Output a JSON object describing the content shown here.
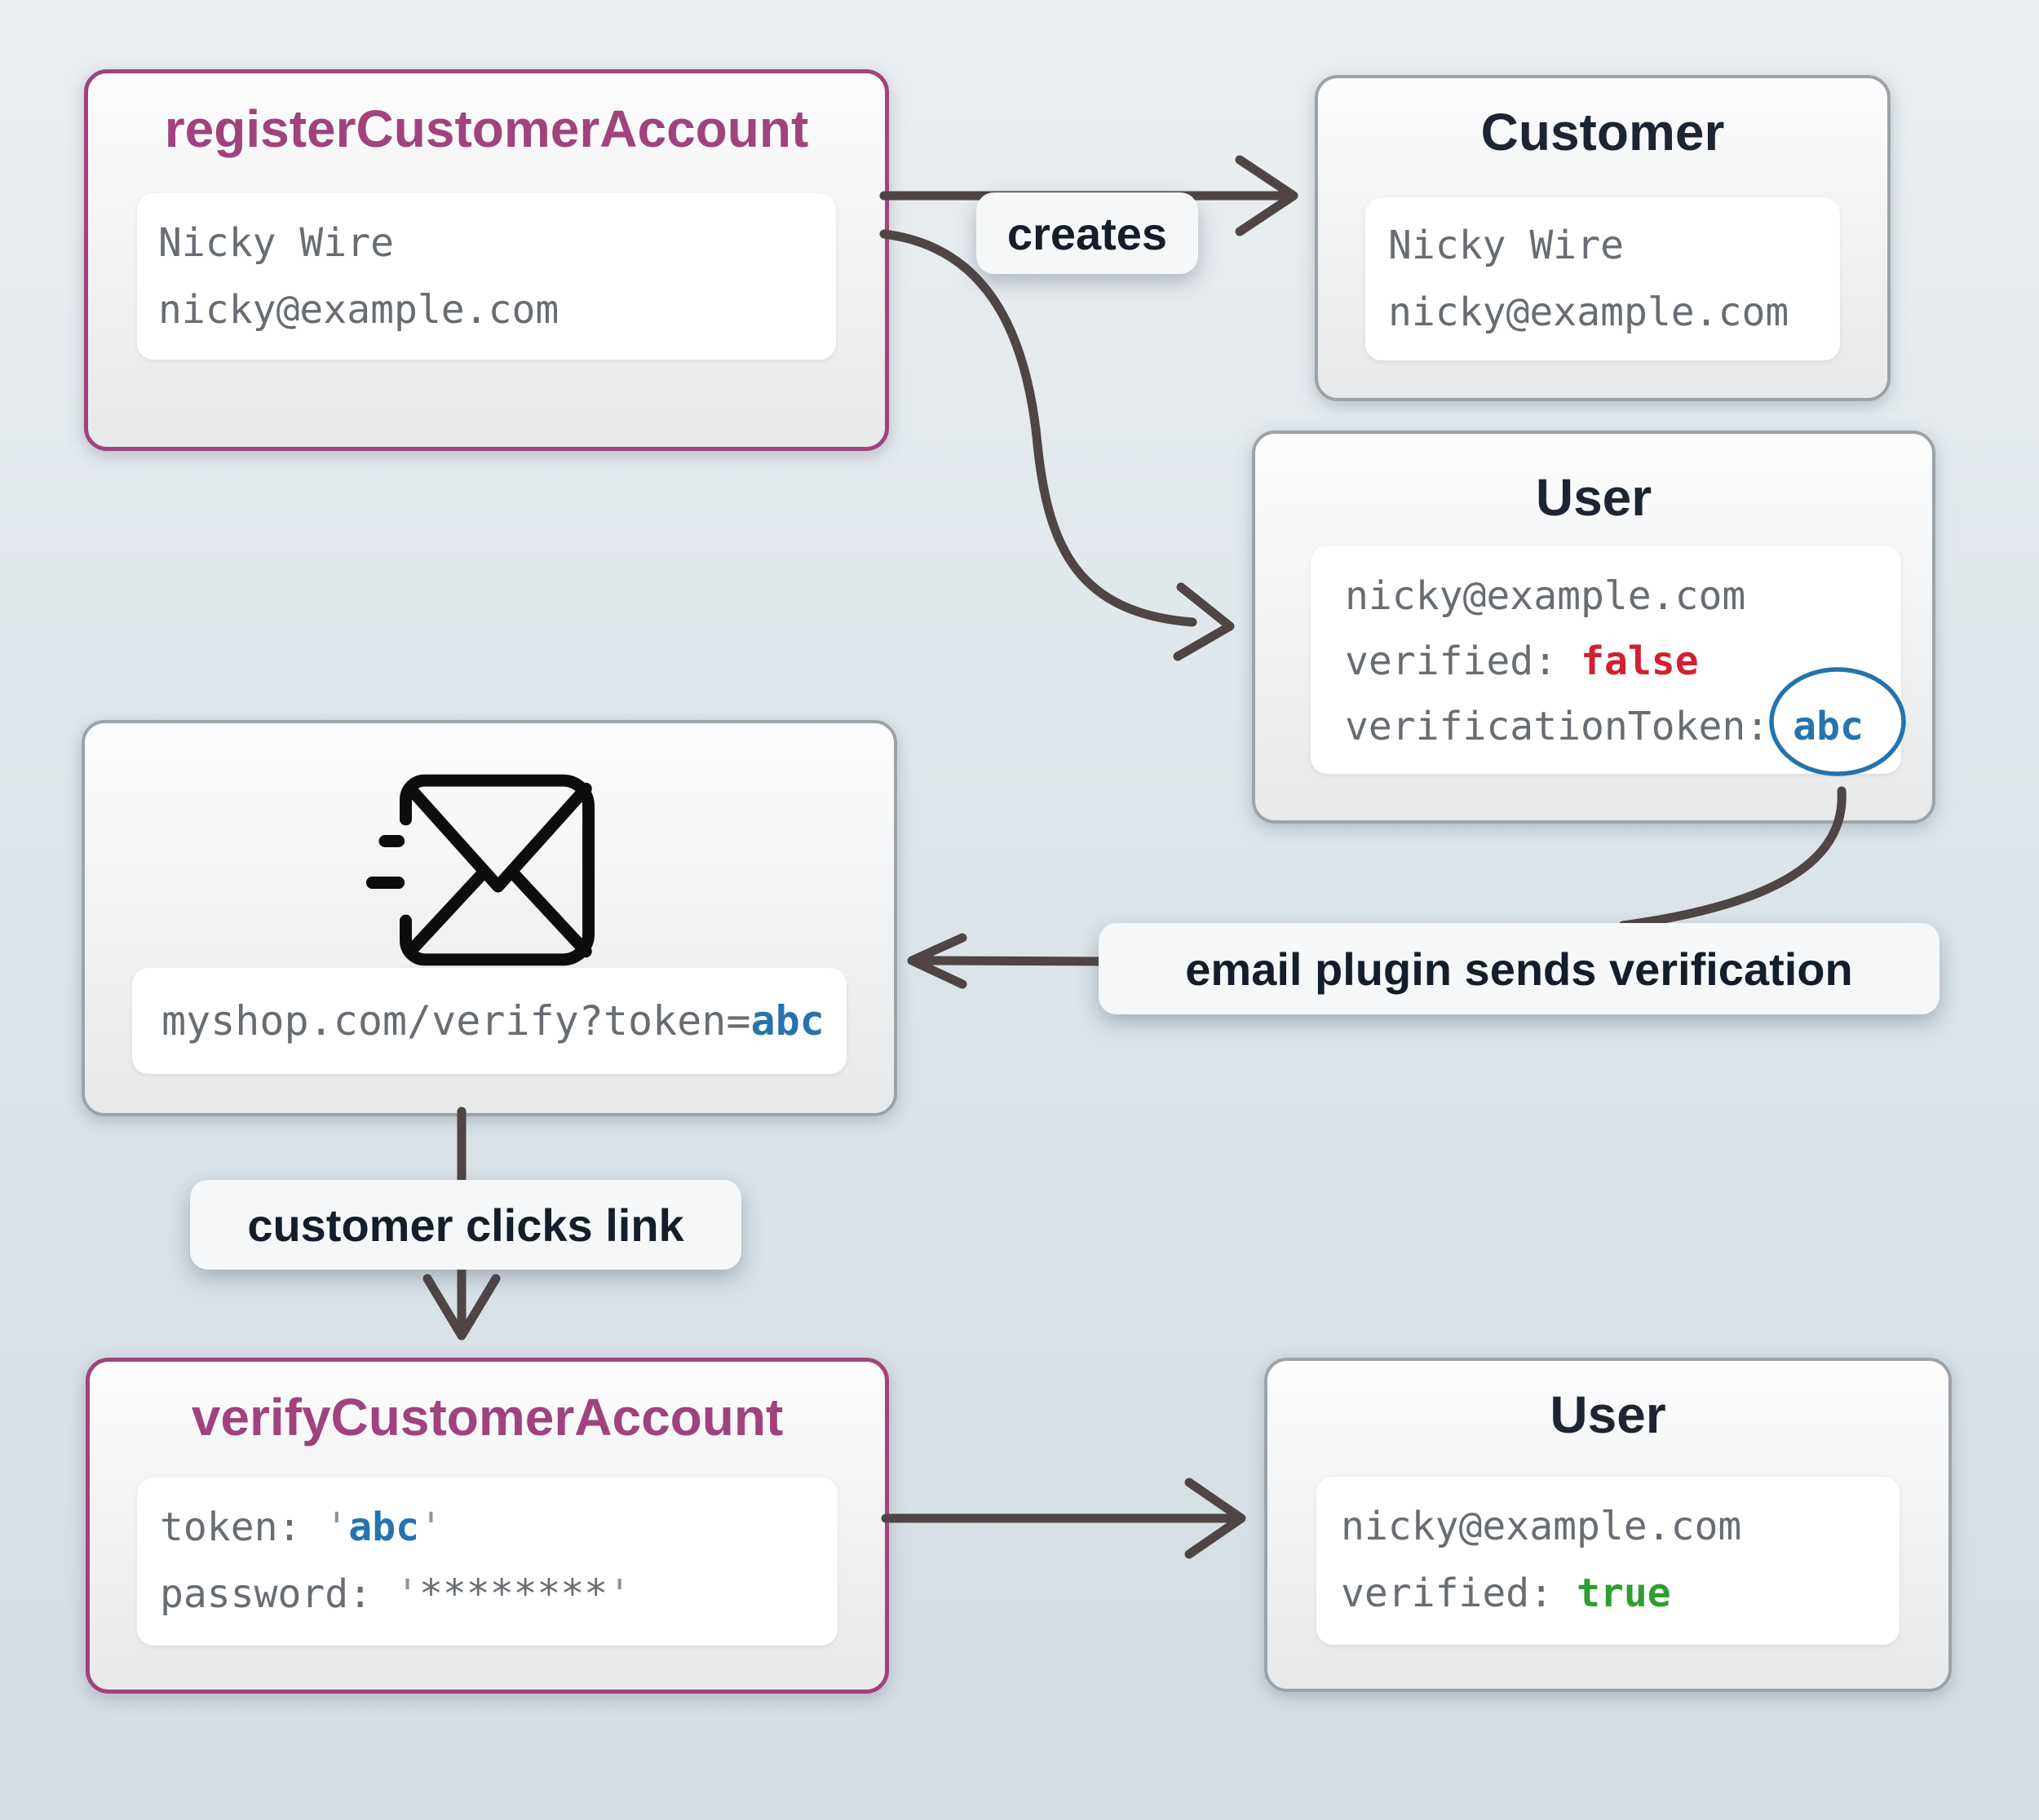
{
  "colors": {
    "accent_purple": "#a0437c",
    "border_gray": "#9ba3a9",
    "title_dark": "#1c2531",
    "mono_gray": "#676d73",
    "false_red": "#d31f33",
    "true_green": "#2f9e31",
    "token_blue": "#2674ae",
    "arrow": "#4f4545",
    "label_bg": "#f6f7f8"
  },
  "icons": {
    "email_box": "mail-send-icon"
  },
  "nodes": {
    "register": {
      "title": "registerCustomerAccount",
      "line1": "Nicky Wire",
      "line2": "nicky@example.com"
    },
    "customer": {
      "title": "Customer",
      "line1": "Nicky Wire",
      "line2": "nicky@example.com"
    },
    "user_unverified": {
      "title": "User",
      "email": "nicky@example.com",
      "verified_key": "verified:",
      "verified_value": "false",
      "token_key": "verificationToken:",
      "token_value": "abc"
    },
    "email": {
      "url_prefix": "myshop.com/verify?token=",
      "token_value": "abc"
    },
    "verify": {
      "title": "verifyCustomerAccount",
      "token_key": "token:",
      "quote": "'",
      "token_value": "abc",
      "password_key": "password:",
      "password_value": "********"
    },
    "user_verified": {
      "title": "User",
      "email": "nicky@example.com",
      "verified_key": "verified:",
      "verified_value": "true"
    }
  },
  "edge_labels": {
    "creates": "creates",
    "email_plugin": "email plugin sends verification",
    "customer_clicks": "customer clicks link"
  }
}
